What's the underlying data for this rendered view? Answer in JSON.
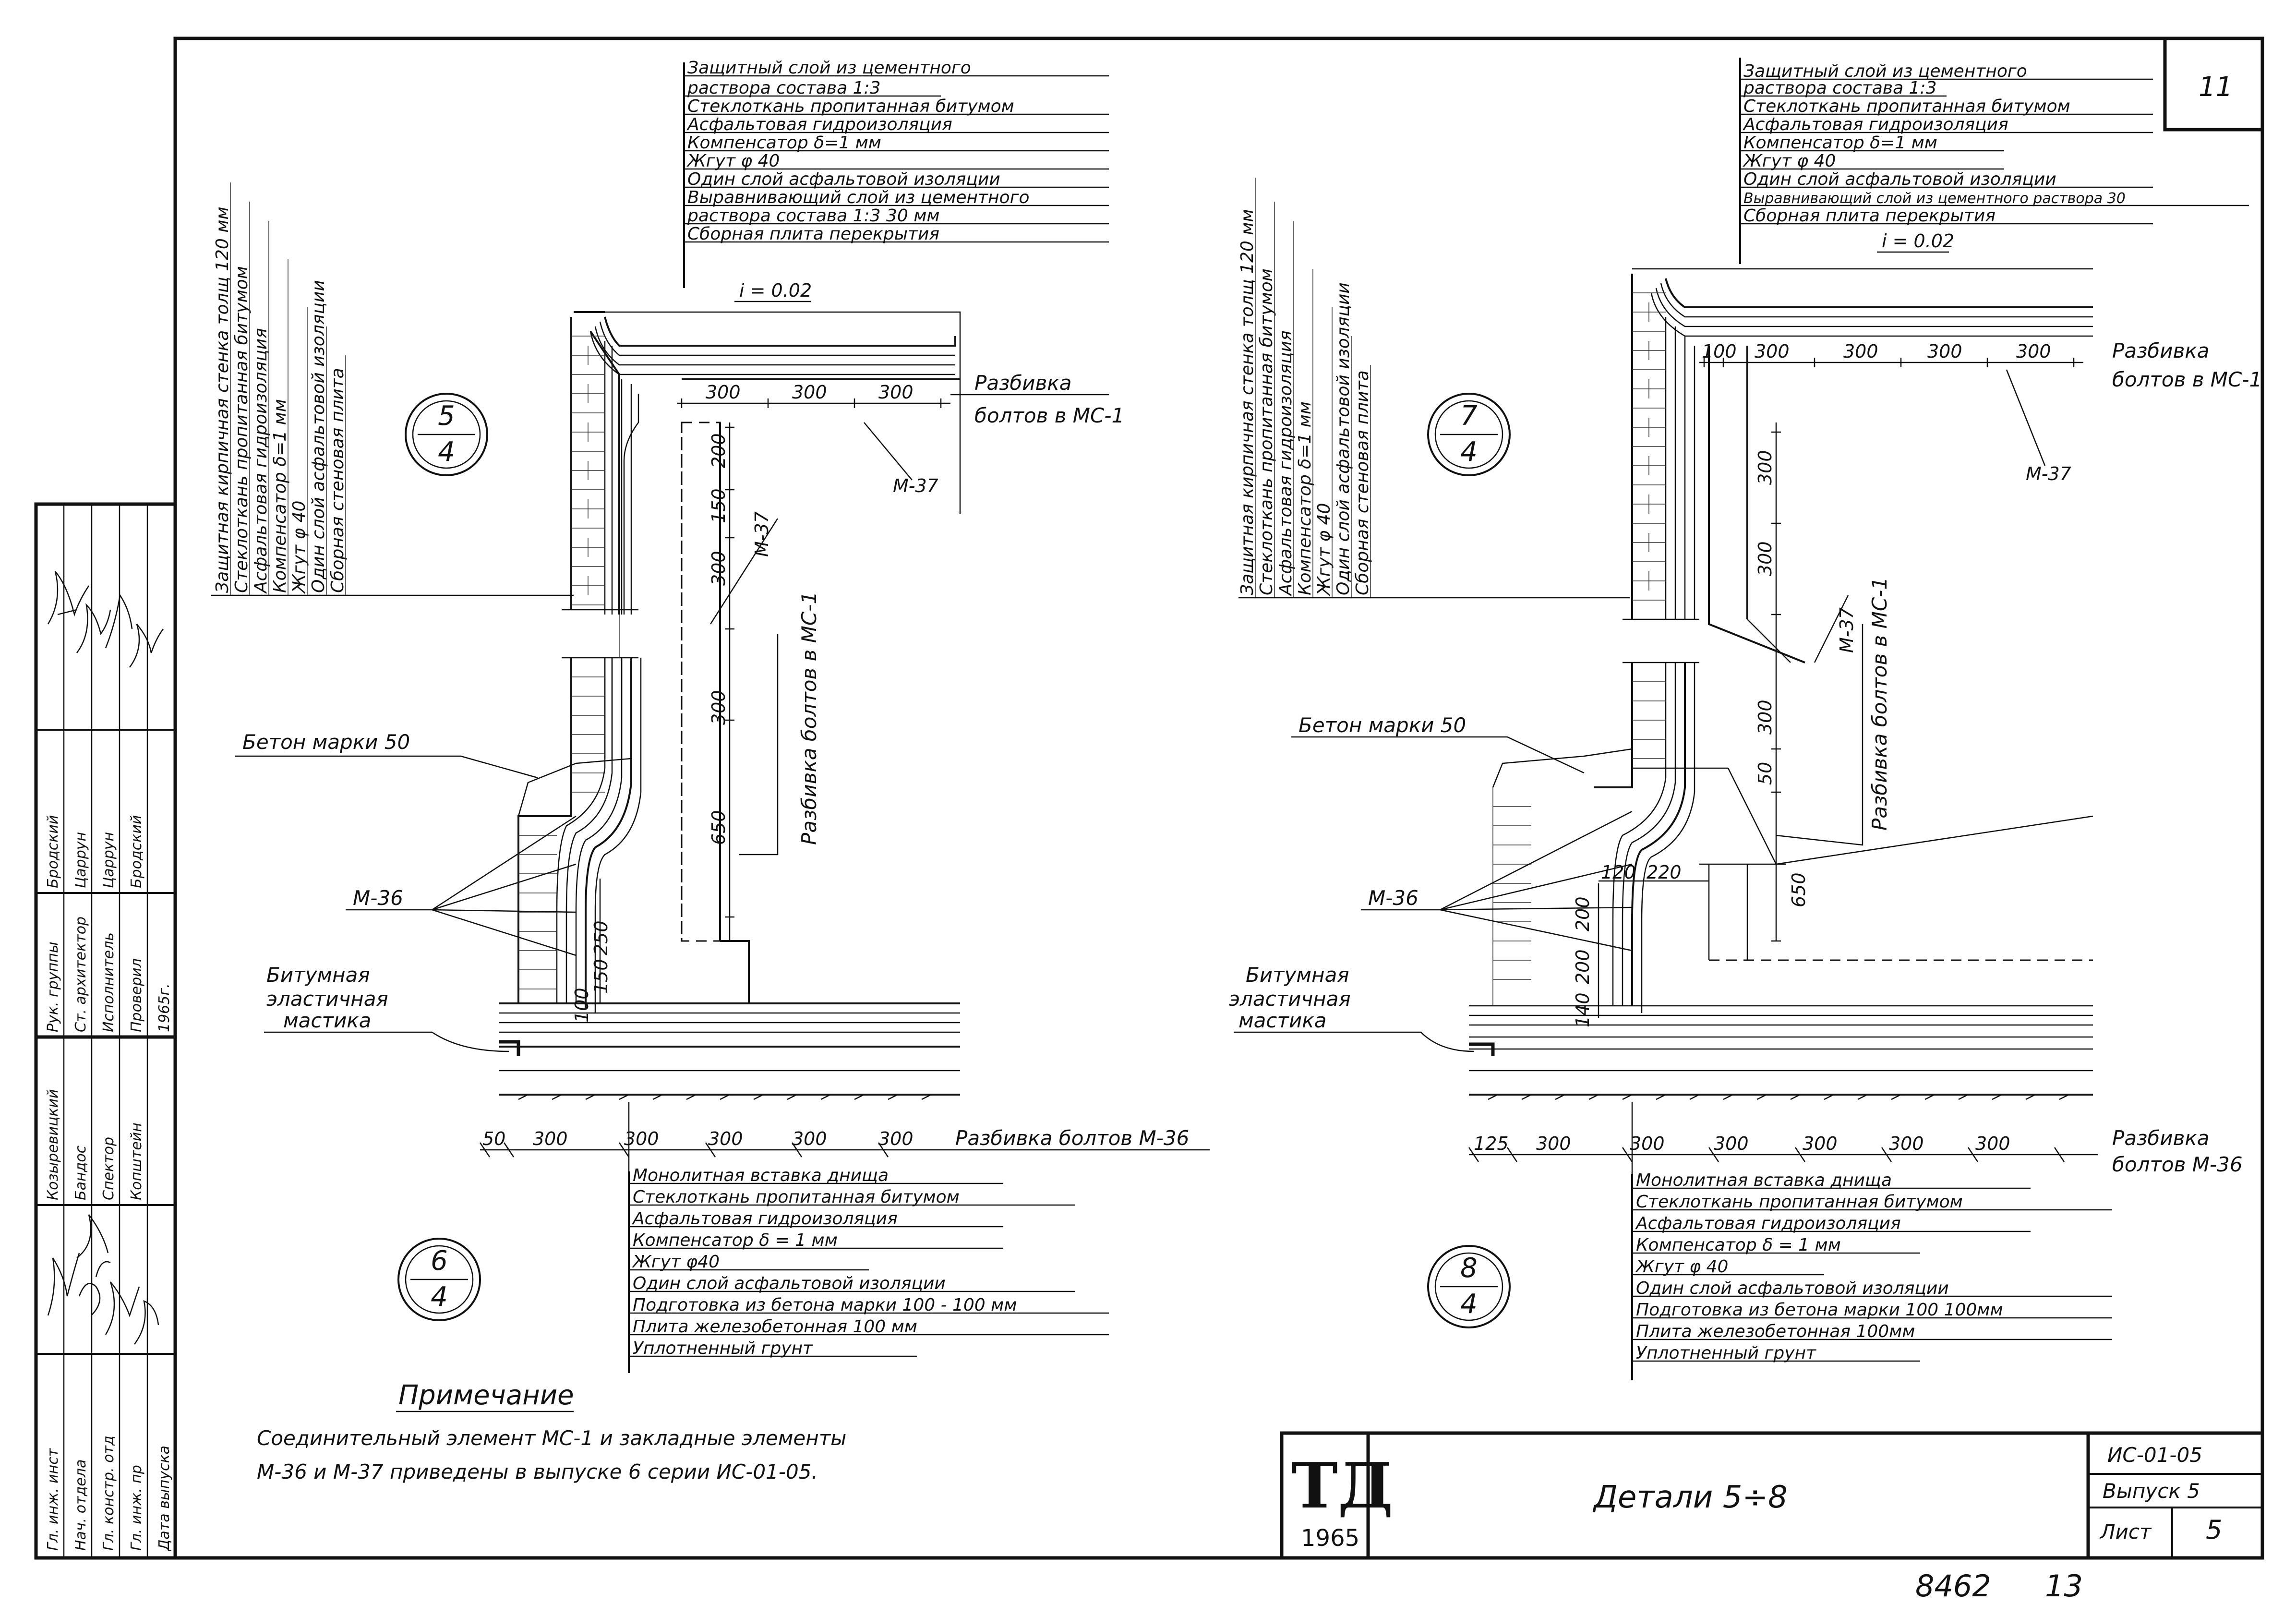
{
  "sheet_number": "11",
  "detail_5": {
    "mark_num": "5",
    "mark_den": "4",
    "roof_layers": [
      "Защитный слой из цементного",
      "раствора состава 1:3",
      "Стеклоткань пропитанная битумом",
      "Асфальтовая гидроизоляция",
      "Компенсатор δ=1 мм",
      "Жгут φ 40",
      "Один слой асфальтовой изоляции",
      "Выравнивающий слой из цементного",
      "раствора состава 1:3 30 мм",
      "Сборная плита перекрытия"
    ],
    "slope": "i = 0.02",
    "wall_layers": [
      "Защитная кирпичная стенка толщ 120 мм",
      "Стеклоткань пропитанная битумом",
      "Асфальтовая гидроизоляция",
      "Компенсатор δ=1 мм",
      "Жгут φ 40",
      "Один слой асфальтовой изоляции",
      "Сборная стеновая плита"
    ],
    "top_dims": [
      "300",
      "300",
      "300"
    ],
    "top_bolts_1": "Разбивка",
    "top_bolts_2": "болтов в МС-1",
    "m37": "М-37",
    "side_dims": [
      "200",
      "150",
      "300",
      "300",
      "650"
    ],
    "side_bolts": "Разбивка болтов в МС-1",
    "concrete": "Бетон марки 50",
    "m36": "М-36",
    "mastic": [
      "Битумная",
      "эластичная",
      "мастика"
    ],
    "low_dims": [
      "250",
      "150",
      "100"
    ]
  },
  "detail_6": {
    "mark_num": "6",
    "mark_den": "4",
    "bottom_dims": [
      "50",
      "300",
      "300",
      "300",
      "300",
      "300"
    ],
    "bottom_bolts": "Разбивка болтов М-36",
    "floor_layers": [
      "Монолитная вставка днища",
      "Стеклоткань пропитанная битумом",
      "Асфальтовая гидроизоляция",
      "Компенсатор δ = 1 мм",
      "Жгут φ40",
      "Один слой асфальтовой изоляции",
      "Подготовка из бетона марки 100 - 100 мм",
      "Плита железобетонная 100 мм",
      "Уплотненный грунт"
    ]
  },
  "detail_7": {
    "mark_num": "7",
    "mark_den": "4",
    "roof_layers": [
      "Защитный слой из цементного",
      "раствора состава 1:3",
      "Стеклоткань пропитанная битумом",
      "Асфальтовая гидроизоляция",
      "Компенсатор δ=1 мм",
      "Жгут φ 40",
      "Один слой асфальтовой изоляции",
      "Выравнивающий слой из цементного раствора 30",
      "Сборная плита перекрытия"
    ],
    "slope": "i = 0.02",
    "wall_layers": [
      "Защитная кирпичная стенка толщ 120 мм",
      "Стеклоткань пропитанная битумом",
      "Асфальтовая гидроизоляция",
      "Компенсатор δ=1 мм",
      "Жгут φ 40",
      "Один слой асфальтовой изоляции",
      "Сборная стеновая плита"
    ],
    "top_dims": [
      "100",
      "300",
      "300",
      "300",
      "300"
    ],
    "top_bolts_1": "Разбивка",
    "top_bolts_2": "болтов в МС-1",
    "m37": "М-37",
    "side_dims": [
      "300",
      "300",
      "300",
      "50",
      "650"
    ],
    "side_bolts": "Разбивка болтов в МС-1",
    "concrete": "Бетон марки 50",
    "m36": "М-36",
    "mastic": [
      "Битумная",
      "эластичная",
      "мастика"
    ],
    "low_dims": [
      "120",
      "220",
      "200",
      "200",
      "140"
    ]
  },
  "detail_8": {
    "mark_num": "8",
    "mark_den": "4",
    "bottom_dims": [
      "125",
      "300",
      "300",
      "300",
      "300",
      "300",
      "300"
    ],
    "bottom_bolts_1": "Разбивка",
    "bottom_bolts_2": "болтов М-36",
    "floor_layers": [
      "Монолитная вставка днища",
      "Стеклоткань пропитанная битумом",
      "Асфальтовая гидроизоляция",
      "Компенсатор δ = 1 мм",
      "Жгут φ 40",
      "Один слой асфальтовой изоляции",
      "Подготовка из бетона марки 100 100мм",
      "Плита железобетонная 100мм",
      "Уплотненный грунт"
    ]
  },
  "note": {
    "title": "Примечание",
    "line1": "Соединительный элемент МС-1 и закладные элементы",
    "line2": "М-36 и М-37 приведены в выпуске 6 серии ИС-01-05."
  },
  "title_block": {
    "logo": "ТД",
    "logo_year": "1965",
    "title": "Детали 5÷8",
    "series": "ИС-01-05",
    "issue": "Выпуск 5",
    "sheet_label": "Лист",
    "sheet_value": "5"
  },
  "stamp": {
    "roles": [
      "Гл. инж. инст",
      "Нач. отдела",
      "Гл. констр. отд",
      "Гл. инж. пр",
      "Дата выпуска",
      "Рук. группы",
      "Ст. архитектор",
      "Исполнитель",
      "Проверил"
    ],
    "names": [
      "Козыревицкий",
      "Бандос",
      "Спектор",
      "Копштейн",
      "Бродский",
      "Царрун",
      "Царрун",
      "Бродский"
    ],
    "year": "1965г."
  },
  "archive_number": "8462",
  "archive_sheet": "13"
}
